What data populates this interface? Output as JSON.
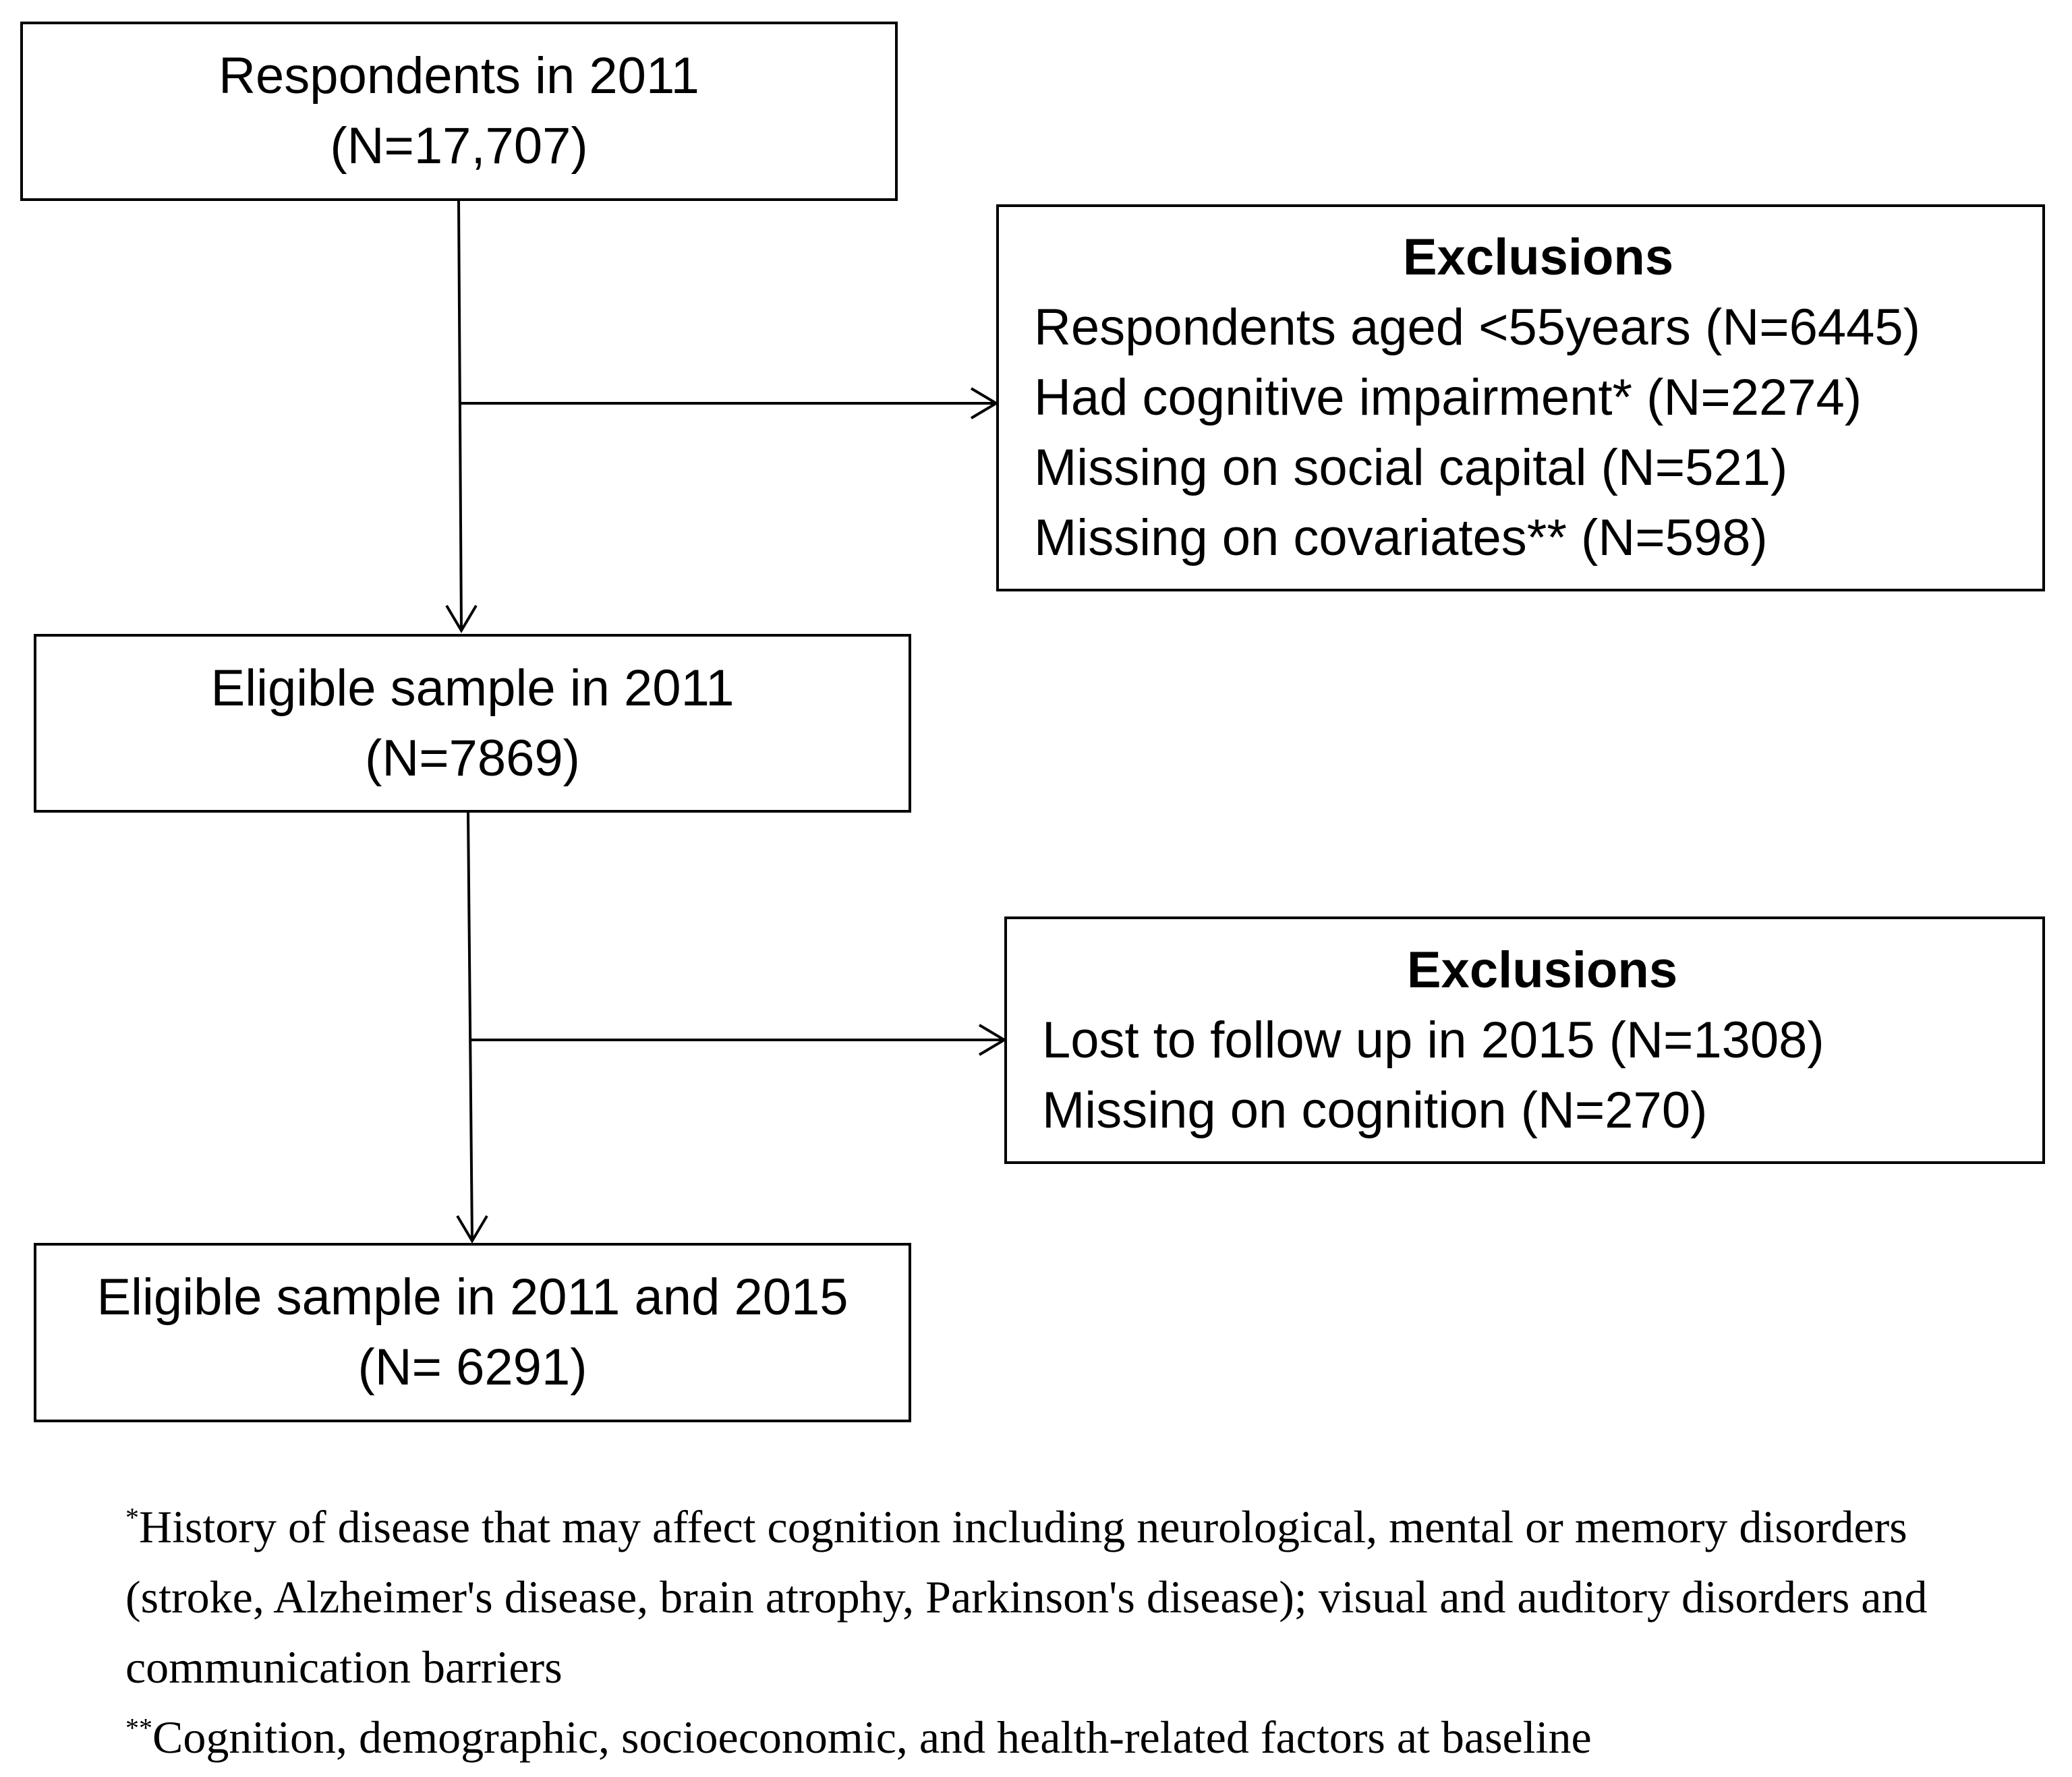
{
  "boxes": {
    "respondents": {
      "title": "Respondents in 2011",
      "count": "(N=17,707)"
    },
    "exclusions_1": {
      "title": "Exclusions",
      "items": [
        "Respondents aged <55years (N=6445)",
        "Had cognitive impairment* (N=2274)",
        "Missing on social capital (N=521)",
        "Missing on covariates** (N=598)"
      ]
    },
    "eligible_2011": {
      "title": "Eligible sample in 2011",
      "count": "(N=7869)"
    },
    "exclusions_2": {
      "title": "Exclusions",
      "items": [
        "Lost to follow up in 2015 (N=1308)",
        "Missing on cognition (N=270)"
      ]
    },
    "eligible_2011_2015": {
      "title": "Eligible sample in 2011 and 2015",
      "count": "(N= 6291)"
    }
  },
  "footnotes": [
    {
      "mark": "*",
      "text": "History of disease that may affect cognition including neurological, mental or memory disorders (stroke, Alzheimer's disease, brain atrophy, Parkinson's disease); visual and auditory disorders and communication barriers"
    },
    {
      "mark": "**",
      "text": "Cognition, demographic, socioeconomic, and health-related factors at baseline"
    }
  ]
}
